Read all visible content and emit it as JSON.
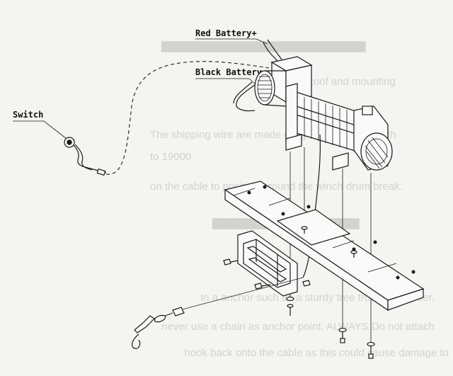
{
  "labels": {
    "red_battery": "Red Battery+",
    "black_battery": "Black Battery-",
    "switch": "Switch"
  },
  "bleed_through": {
    "line1": "Roof and mounting",
    "line2": "The shipping  wire are made of light weight steel with",
    "line3": "to 19000",
    "line4": "on the cable to position around the winch drum break.",
    "line5": "In a  anchor such as a sturdy tree trunk or boulder.",
    "line6": "never use a chain as anchor point. ALWAYS Do not attach",
    "line7": "hook back onto the cable as this could cause damage to"
  },
  "colors": {
    "ink": "#1a1a1a",
    "paper": "#f4f4f2",
    "ghost_text": "#d2d2d0"
  }
}
